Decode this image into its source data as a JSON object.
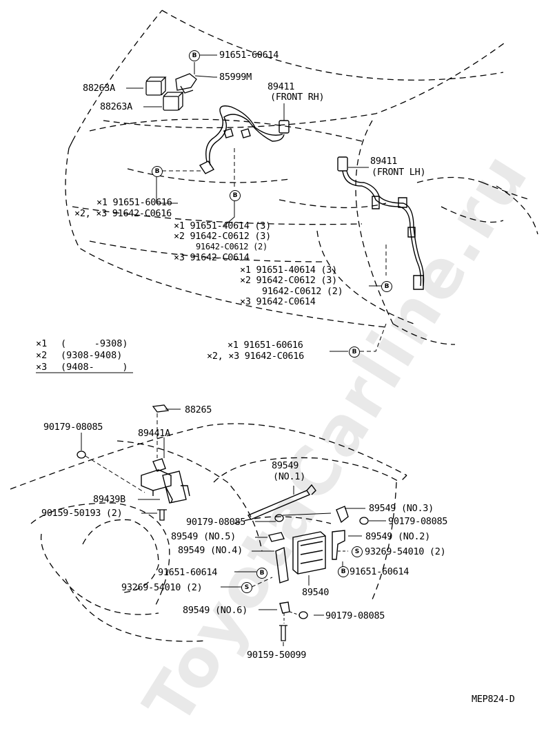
{
  "watermark": "ToyotaCarline.ru",
  "figure_code": "MEP824-D",
  "top": {
    "p1": "91651-60614",
    "p2": "85999M",
    "p3": "88263A",
    "p4": "88263A",
    "p5": "89411",
    "p5b": "(FRONT RH)",
    "p6": "89411",
    "p6b": "(FRONT LH)",
    "g1a": "×1 91651-60616",
    "g1b": "×2, ×3 91642-C0616",
    "g2a": "×1 91651-40614 (3)",
    "g2b": "×2 91642-C0612 (3)",
    "g2c": "91642-C0612 (2)",
    "g2d": "×3 91642-C0614",
    "g3a": "×1 91651-40614 (3)",
    "g3b": "×2 91642-C0612 (3)",
    "g3c": "91642-C0612 (2)",
    "g3d": "×3 91642-C0614",
    "g4a": "×1 91651-60616",
    "g4b": "×2, ×3 91642-C0616"
  },
  "notes": [
    {
      "key": "×1",
      "range": "(     -9308)"
    },
    {
      "key": "×2",
      "range": "(9308-9408)"
    },
    {
      "key": "×3",
      "range": "(9408-     )"
    }
  ],
  "bottom": {
    "b1": "88265",
    "b2": "90179-08085",
    "b3": "89441A",
    "b4": "89549",
    "b4b": "(NO.1)",
    "b5": "89439B",
    "b6": "90159-50193 (2)",
    "b7": "90179-08085",
    "b8": "89549 (NO.3)",
    "b9": "90179-08085",
    "b10": "89549 (NO.5)",
    "b11": "89549 (NO.2)",
    "b12": "89549 (NO.4)",
    "b13": "93269-54010 (2)",
    "b14": "91651-60614",
    "b15": "91651-60614",
    "b16": "93269-54010 (2)",
    "b17": "89540",
    "b18": "89549 (NO.6)",
    "b19": "90179-08085",
    "b20": "90159-50099"
  },
  "markers": {
    "B": "B",
    "S": "S"
  }
}
